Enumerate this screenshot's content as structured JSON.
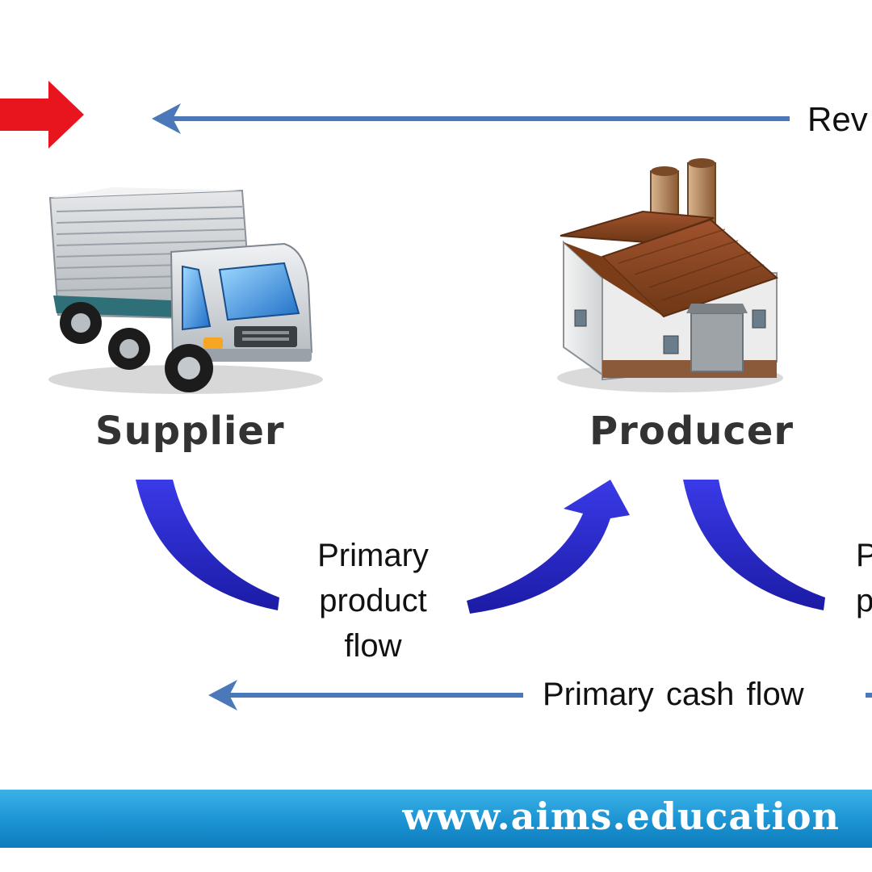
{
  "nodes": {
    "supplier": {
      "label": "Supplier",
      "icon": "delivery-truck-icon"
    },
    "producer": {
      "label": "Producer",
      "icon": "factory-icon"
    }
  },
  "flows": {
    "revenue_top": {
      "label_visible": "Rev"
    },
    "product_flow": {
      "lines": [
        "Primary",
        "product",
        "flow"
      ]
    },
    "product_flow_right": {
      "lines": [
        "P",
        "p"
      ]
    },
    "cash_flow": {
      "label": "Primary cash flow"
    }
  },
  "footer": {
    "url": "www.aims.education"
  },
  "colors": {
    "red_arrow": "#e8141e",
    "thin_arrow": "#4a78b8",
    "curved_arrow": "#2a2ad0",
    "footer_band": "#1c93d2",
    "label_text": "#333333"
  }
}
